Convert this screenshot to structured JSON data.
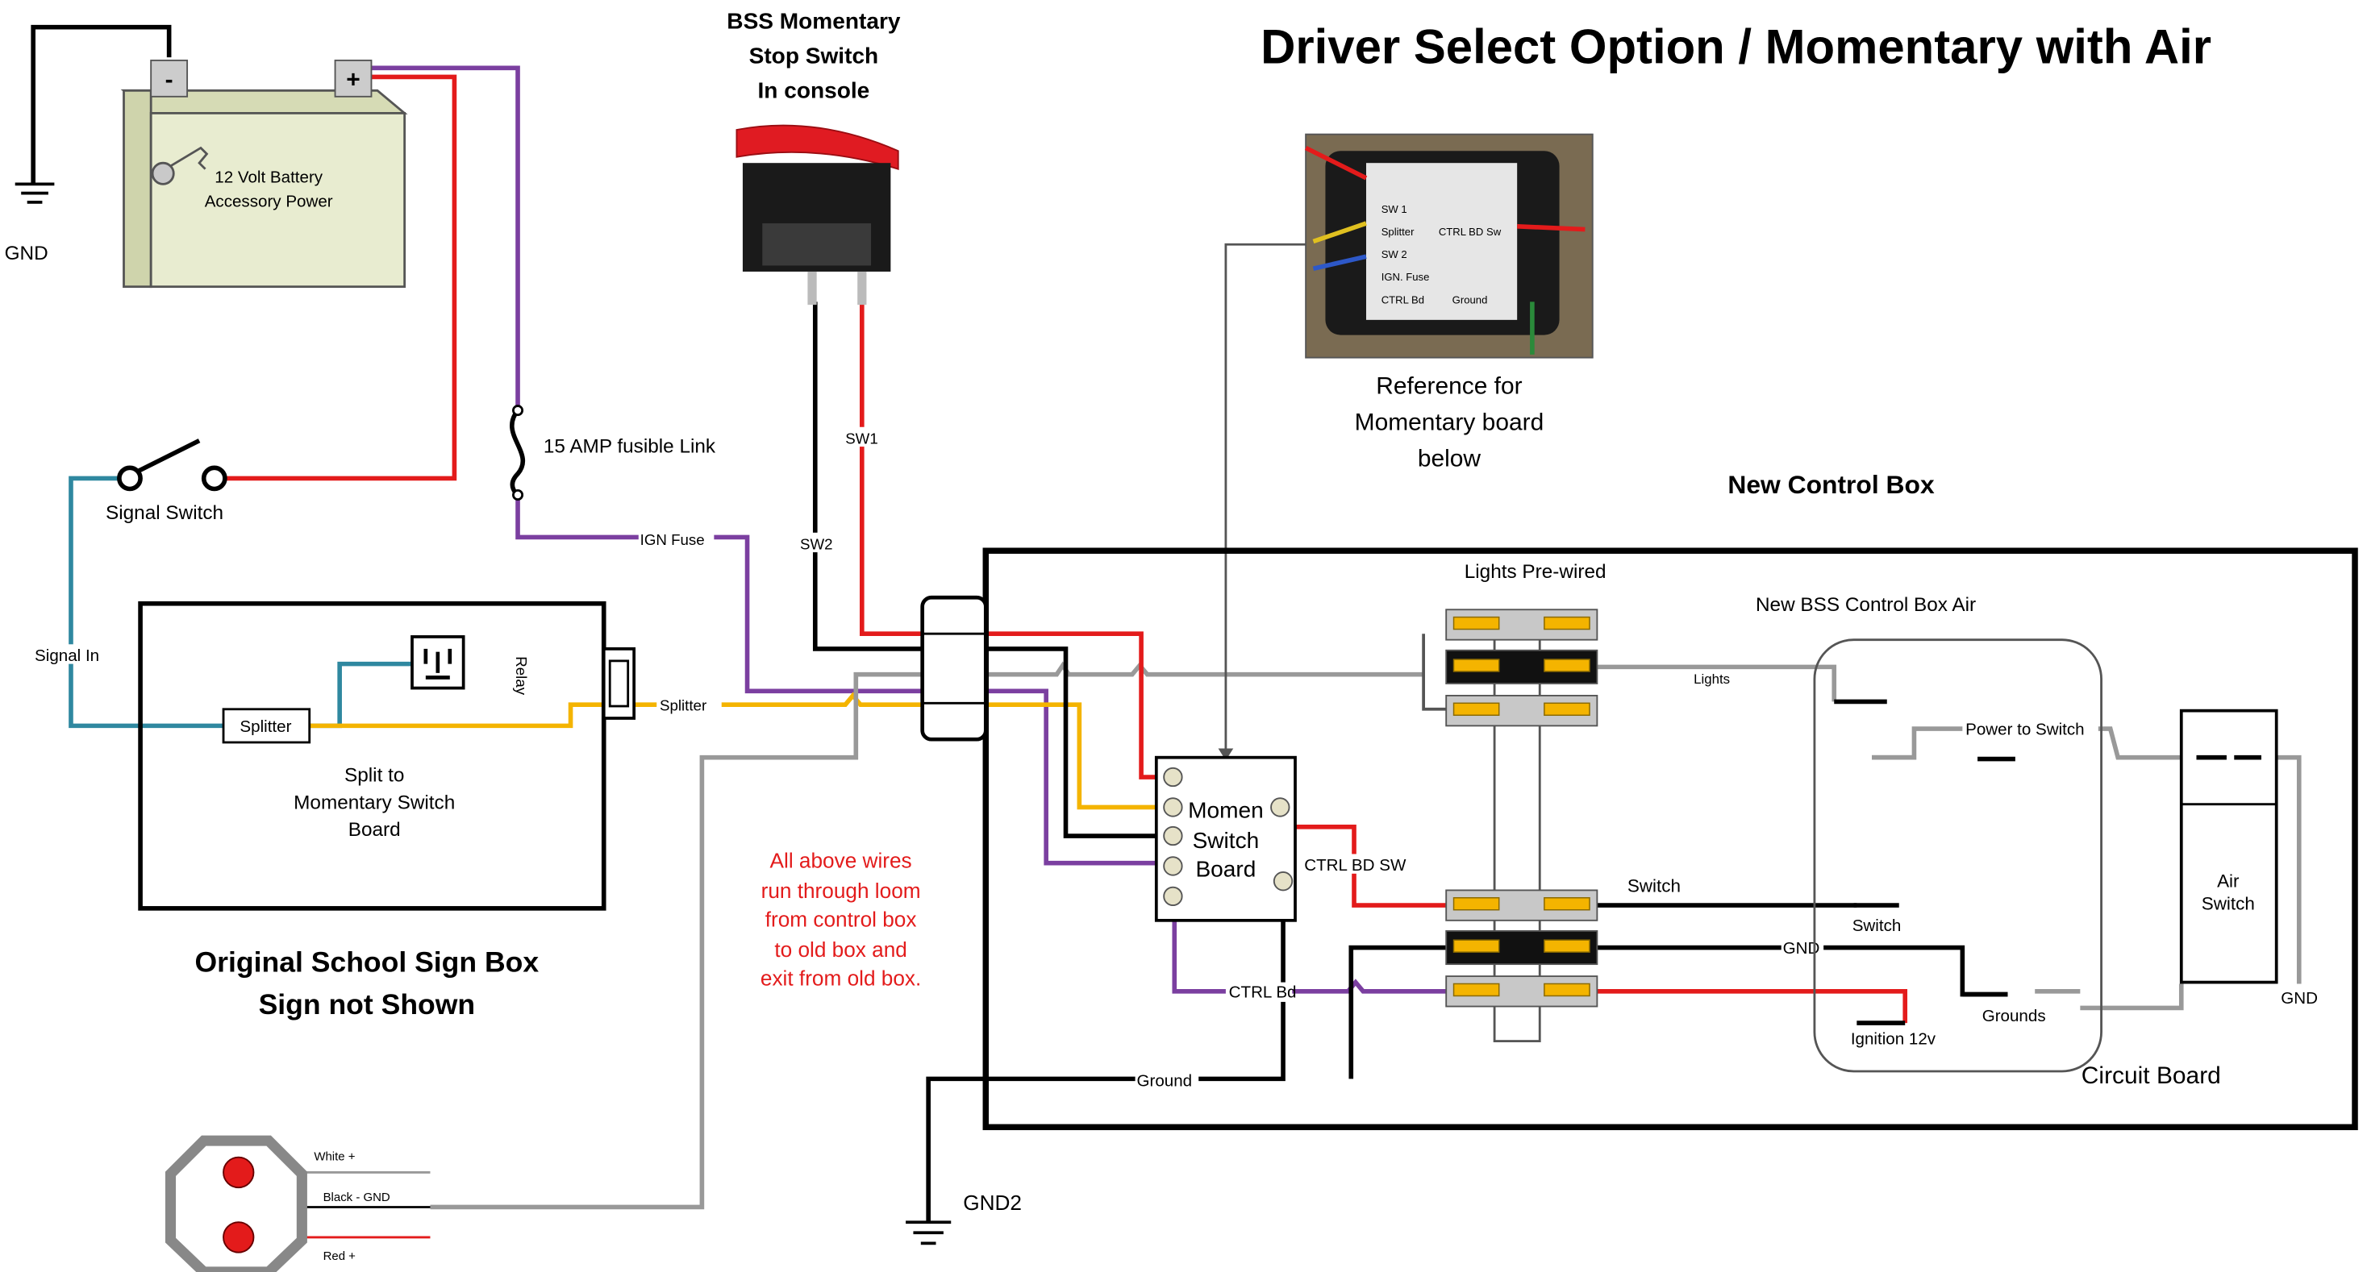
{
  "title": "Driver Select Option / Momentary with Air",
  "battery": {
    "label_line1": "12 Volt Battery",
    "label_line2": "Accessory Power",
    "neg_symbol": "-",
    "pos_symbol": "+"
  },
  "labels": {
    "gnd_left": "GND",
    "signal_switch": "Signal Switch",
    "fuse": "15 AMP fusible Link",
    "ign_fuse": "IGN Fuse",
    "signal_in": "Signal In",
    "relay": "Relay",
    "splitter_box": "Splitter",
    "splitter_wire": "Splitter",
    "split_to_line1": "Split to",
    "split_to_line2": "Momentary Switch",
    "split_to_line3": "Board",
    "old_box_line1": "Original School Sign Box",
    "old_box_line2": "Sign not Shown",
    "bss_line1": "BSS Momentary",
    "bss_line2": "Stop Switch",
    "bss_line3": "In console",
    "sw1": "SW1",
    "sw2": "SW2",
    "ref_line1": "Reference for",
    "ref_line2": "Momentary board",
    "ref_line3": "below",
    "new_control_box": "New Control Box",
    "lights_prewired": "Lights Pre-wired",
    "new_bss_box": "New BSS Control Box Air",
    "lights_wire": "Lights",
    "power_to_switch": "Power to Switch",
    "air_switch_line1": "Air",
    "air_switch_line2": "Switch",
    "momen_line1": "Momen",
    "momen_line2": "Switch",
    "momen_line3": "Board",
    "ctrl_bd_sw": "CTRL BD SW",
    "switch_wire": "Switch",
    "switch_cb": "Switch",
    "gnd_mid": "GND",
    "grounds": "Grounds",
    "gnd_right": "GND",
    "ignition": "Ignition 12v",
    "circuit_board": "Circuit Board",
    "ctrl_bd": "CTRL Bd",
    "ground_wire": "Ground",
    "gnd2": "GND2",
    "note_line1": "All above wires",
    "note_line2": "run through loom",
    "note_line3": "from control box",
    "note_line4": "to old box and",
    "note_line5": "exit from old box.",
    "white": "White +",
    "black": "Black - GND",
    "red": "Red +"
  },
  "photo_labels": {
    "sw1": "SW 1",
    "splitter": "Splitter",
    "sw2": "SW 2",
    "ign_fuse": "IGN. Fuse",
    "ctrl_bd": "CTRL Bd",
    "ctrl_bd_sw": "CTRL BD Sw",
    "ground": "Ground"
  },
  "colors": {
    "red_wire": "#e31b1b",
    "purple_wire": "#7b3fa0",
    "yellow_wire": "#f4b400",
    "blue_wire": "#2f88a0",
    "gray_wire": "#999999",
    "black_wire": "#000000",
    "note_text": "#e31b1b",
    "battery_fill": "#e8ecd0"
  }
}
